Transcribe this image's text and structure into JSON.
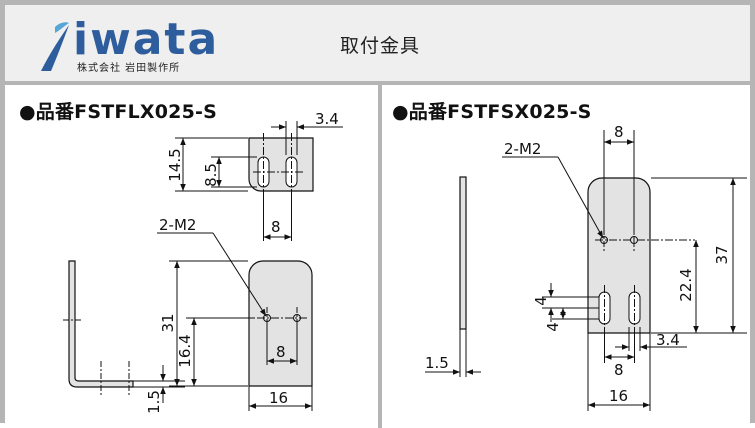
{
  "header": {
    "logo_wordmark": "iwata",
    "logo_company": "株式会社 岩田製作所",
    "title": "取付金具"
  },
  "left_part": {
    "title": "●品番FSTFLX025-S",
    "dims": {
      "slot_width": "3.4",
      "slot_length": "8.5",
      "flange_height": "14.5",
      "flange_hole_pitch": "8",
      "hole_spec": "2-M2",
      "height": "31",
      "hole_pitch": "8",
      "hole_height": "16.4",
      "thickness": "1.5",
      "width": "16"
    }
  },
  "right_part": {
    "title": "●品番FSTFSX025-S",
    "dims": {
      "hole_pitch_top": "8",
      "hole_spec": "2-M2",
      "height": "37",
      "hole_height": "22.4",
      "slot_offset_a": "4",
      "slot_offset_b": "4",
      "thickness": "1.5",
      "slot_pitch": "8",
      "slot_width": "3.4",
      "width": "16"
    }
  },
  "colors": {
    "plate_fill": "#e3e3e3",
    "frame_gray": "#b5b5b5",
    "header_bg": "#efefef",
    "logo_blue": "#2d5d9c"
  }
}
